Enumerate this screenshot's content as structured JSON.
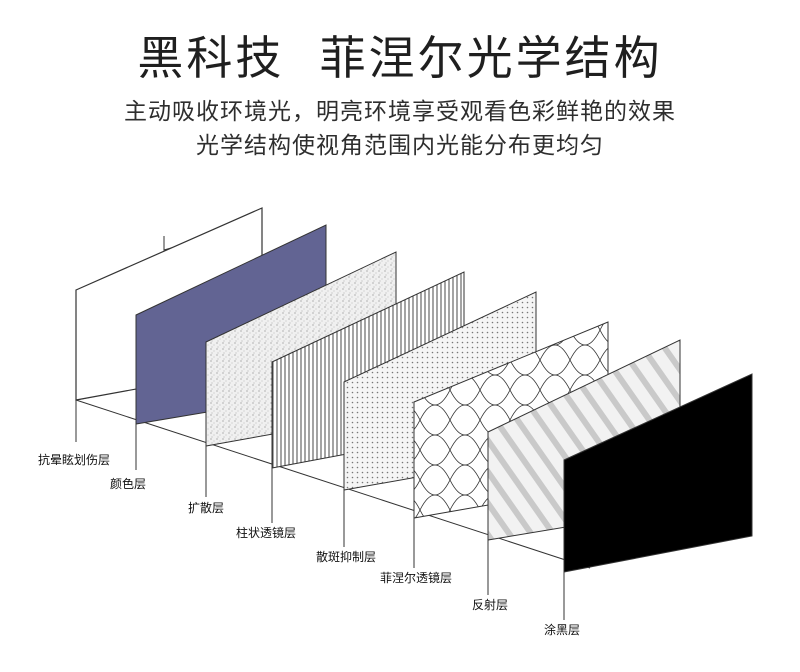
{
  "header": {
    "title": "黑科技  菲涅尔光学结构",
    "subtitle_line1": "主动吸收环境光，明亮环境享受观看色彩鲜艳的效果",
    "subtitle_line2": "光学结构使视角范围内光能分布更均匀"
  },
  "layers": [
    {
      "label": "抗晕眩划伤层",
      "fill": "#ffffff"
    },
    {
      "label": "颜色层",
      "fill": "#626493"
    },
    {
      "label": "扩散层",
      "fill": "#e9e9e9"
    },
    {
      "label": "柱状透镜层",
      "fill": "#ffffff"
    },
    {
      "label": "散斑抑制层",
      "fill": "#f2f2f2"
    },
    {
      "label": "菲涅尔透镜层",
      "fill": "#ffffff"
    },
    {
      "label": "反射层",
      "fill": "#ededed"
    },
    {
      "label": "涂黑层",
      "fill": "#000000"
    }
  ]
}
